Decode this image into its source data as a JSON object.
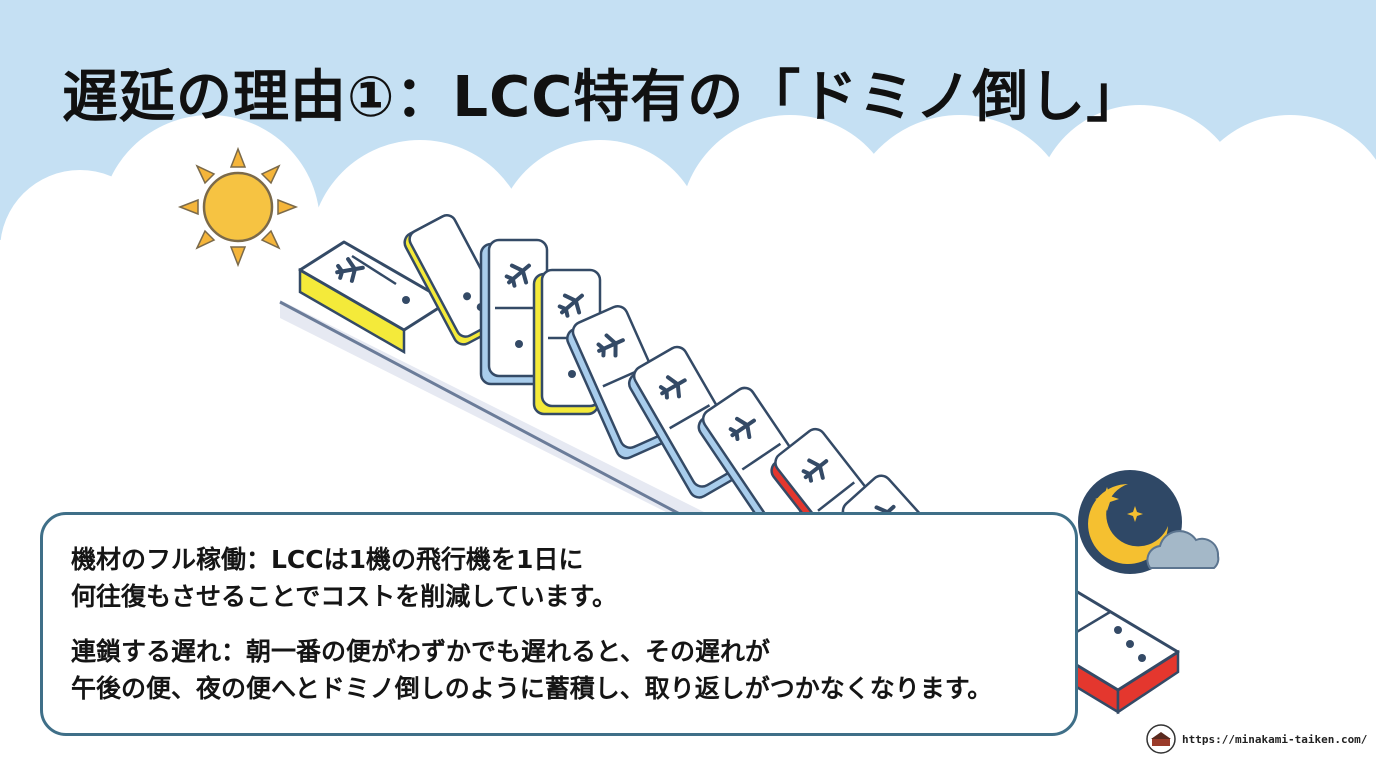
{
  "title": "遅延の理由①：LCC特有の「ドミノ倒し」",
  "paragraphs": [
    {
      "lines": [
        "機材のフル稼働：LCCは1機の飛行機を1日に",
        "何往復もさせることでコストを削減しています。"
      ]
    },
    {
      "lines": [
        "連鎖する遅れ：朝一番の便がわずかでも遅れると、その遅れが",
        "午後の便、夜の便へとドミノ倒しのように蓄積し、取り返しがつかなくなります。"
      ]
    }
  ],
  "footer": {
    "url": "https://minakami-taiken.com/"
  },
  "icons": {
    "sun": "sun-icon",
    "moon": "crescent-moon-icon",
    "cloud": "cloud-icon",
    "airplane": "airplane-icon",
    "logo": "site-logo-icon"
  },
  "colors": {
    "sky": "#c5e0f3",
    "yellow_domino": "#f4ea3a",
    "blue_domino": "#a9cdec",
    "red_domino": "#e4372e",
    "outline": "#344a66",
    "text_border": "#3f6f88"
  }
}
